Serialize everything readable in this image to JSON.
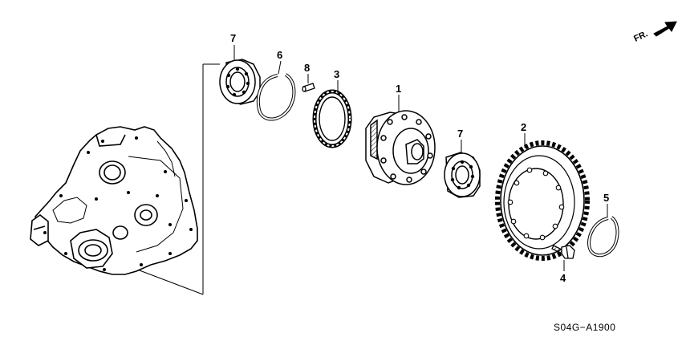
{
  "direction_indicator": {
    "label": "FR."
  },
  "callouts": {
    "c1": "1",
    "c2": "2",
    "c3": "3",
    "c4": "4",
    "c5": "5",
    "c6": "6",
    "c7a": "7",
    "c7b": "7",
    "c8": "8"
  },
  "diagram_code": "S04G−A1900",
  "colors": {
    "ink": "#000000",
    "paper": "#ffffff",
    "shade": "#d9d9d9"
  }
}
